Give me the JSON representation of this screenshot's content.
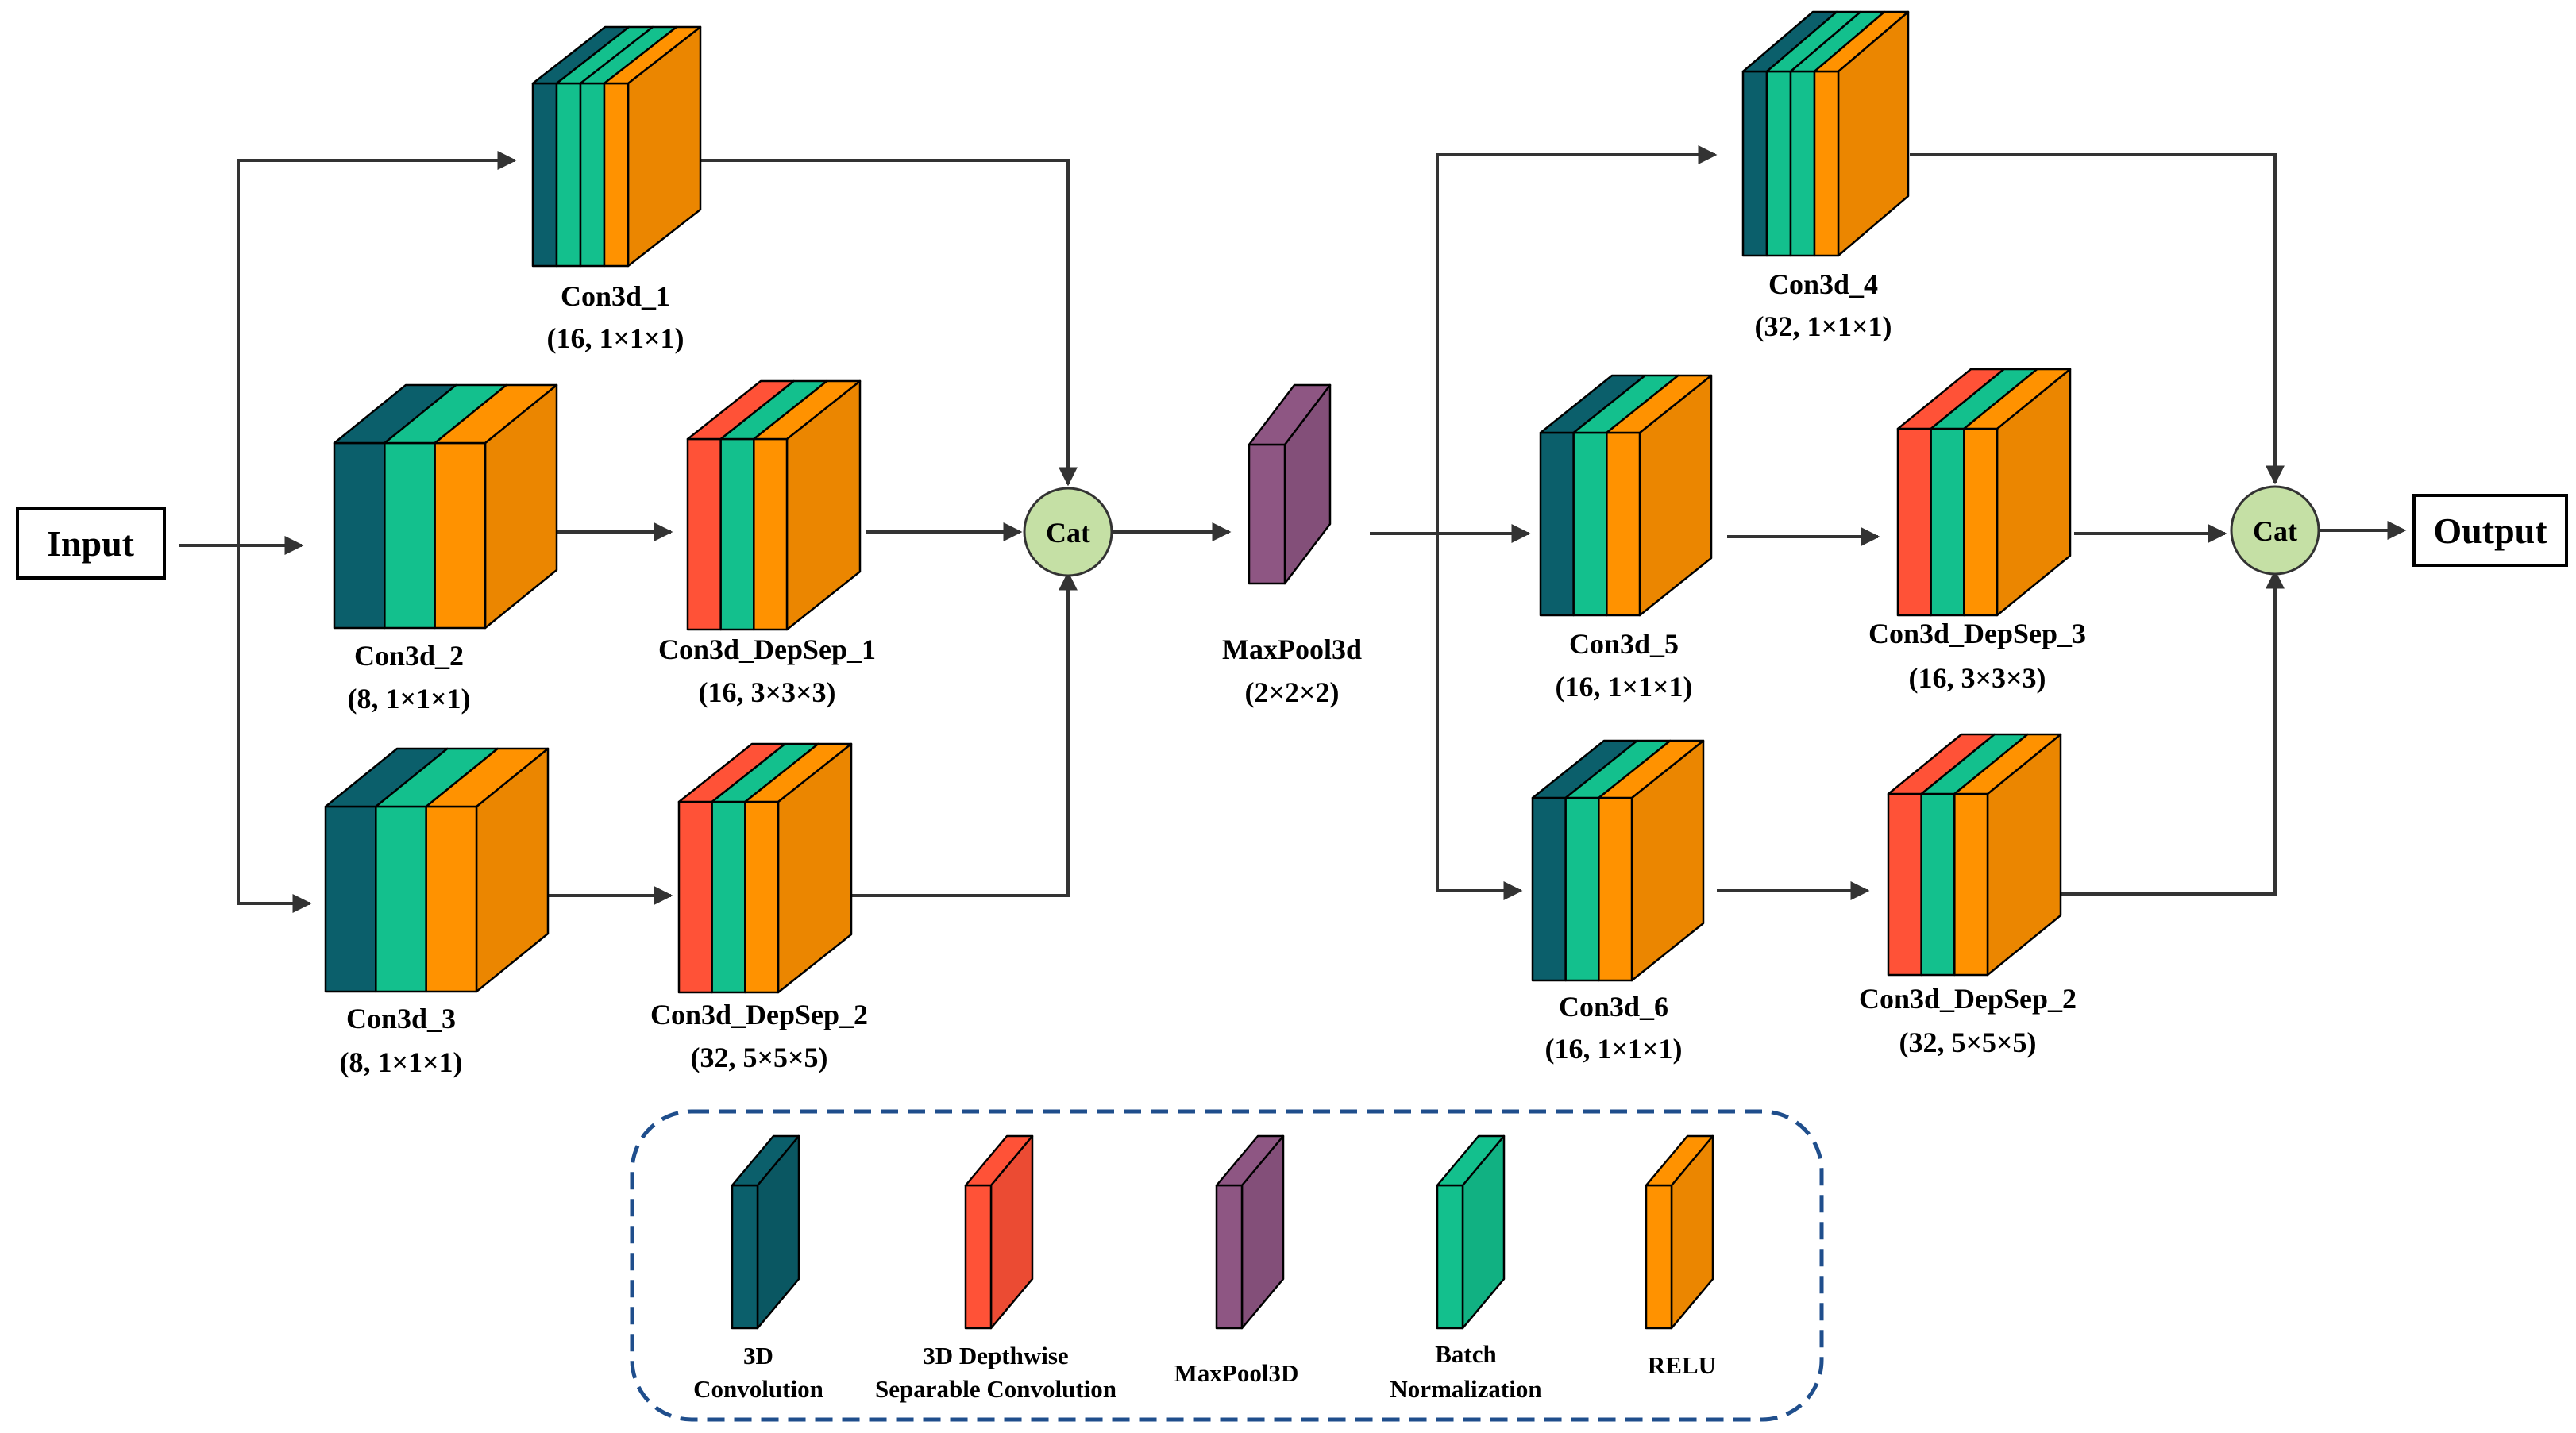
{
  "colors": {
    "conv3d": "#0b5f6b",
    "depthwise": "#ff5237",
    "maxpool": "#8e5683",
    "batchnorm": "#13c08d",
    "relu": "#ff9200",
    "cat": "#c5e0a5",
    "legend_border": "#1f4e8c"
  },
  "io": {
    "input": "Input",
    "output": "Output"
  },
  "cat_label": "Cat",
  "blocks": {
    "con3d_1": {
      "name": "Con3d_1",
      "params": "(16, 1×1×1)",
      "layers": [
        "conv3d",
        "batchnorm",
        "batchnorm",
        "relu"
      ]
    },
    "con3d_2": {
      "name": "Con3d_2",
      "params": "(8, 1×1×1)",
      "layers": [
        "conv3d",
        "batchnorm",
        "relu"
      ]
    },
    "con3d_3": {
      "name": "Con3d_3",
      "params": "(8, 1×1×1)",
      "layers": [
        "conv3d",
        "batchnorm",
        "relu"
      ]
    },
    "depsep_1": {
      "name": "Con3d_DepSep_1",
      "params": "(16, 3×3×3)",
      "layers": [
        "depthwise",
        "batchnorm",
        "relu"
      ]
    },
    "depsep_2a": {
      "name": "Con3d_DepSep_2",
      "params": "(32, 5×5×5)",
      "layers": [
        "depthwise",
        "batchnorm",
        "relu"
      ]
    },
    "maxpool": {
      "name": "MaxPool3d",
      "params": "(2×2×2)",
      "layers": [
        "maxpool"
      ]
    },
    "con3d_4": {
      "name": "Con3d_4",
      "params": "(32, 1×1×1)",
      "layers": [
        "conv3d",
        "batchnorm",
        "batchnorm",
        "relu"
      ]
    },
    "con3d_5": {
      "name": "Con3d_5",
      "params": "(16, 1×1×1)",
      "layers": [
        "conv3d",
        "batchnorm",
        "relu"
      ]
    },
    "con3d_6": {
      "name": "Con3d_6",
      "params": "(16, 1×1×1)",
      "layers": [
        "conv3d",
        "batchnorm",
        "relu"
      ]
    },
    "depsep_3": {
      "name": "Con3d_DepSep_3",
      "params": "(16, 3×3×3)",
      "layers": [
        "depthwise",
        "batchnorm",
        "relu"
      ]
    },
    "depsep_2b": {
      "name": "Con3d_DepSep_2",
      "params": "(32, 5×5×5)",
      "layers": [
        "depthwise",
        "batchnorm",
        "relu"
      ]
    }
  },
  "legend": [
    {
      "key": "conv3d",
      "line1": "3D",
      "line2": "Convolution"
    },
    {
      "key": "depthwise",
      "line1": "3D Depthwise",
      "line2": "Separable Convolution"
    },
    {
      "key": "maxpool",
      "line1": "MaxPool3D",
      "line2": ""
    },
    {
      "key": "batchnorm",
      "line1": "Batch",
      "line2": "Normalization"
    },
    {
      "key": "relu",
      "line1": "RELU",
      "line2": ""
    }
  ]
}
